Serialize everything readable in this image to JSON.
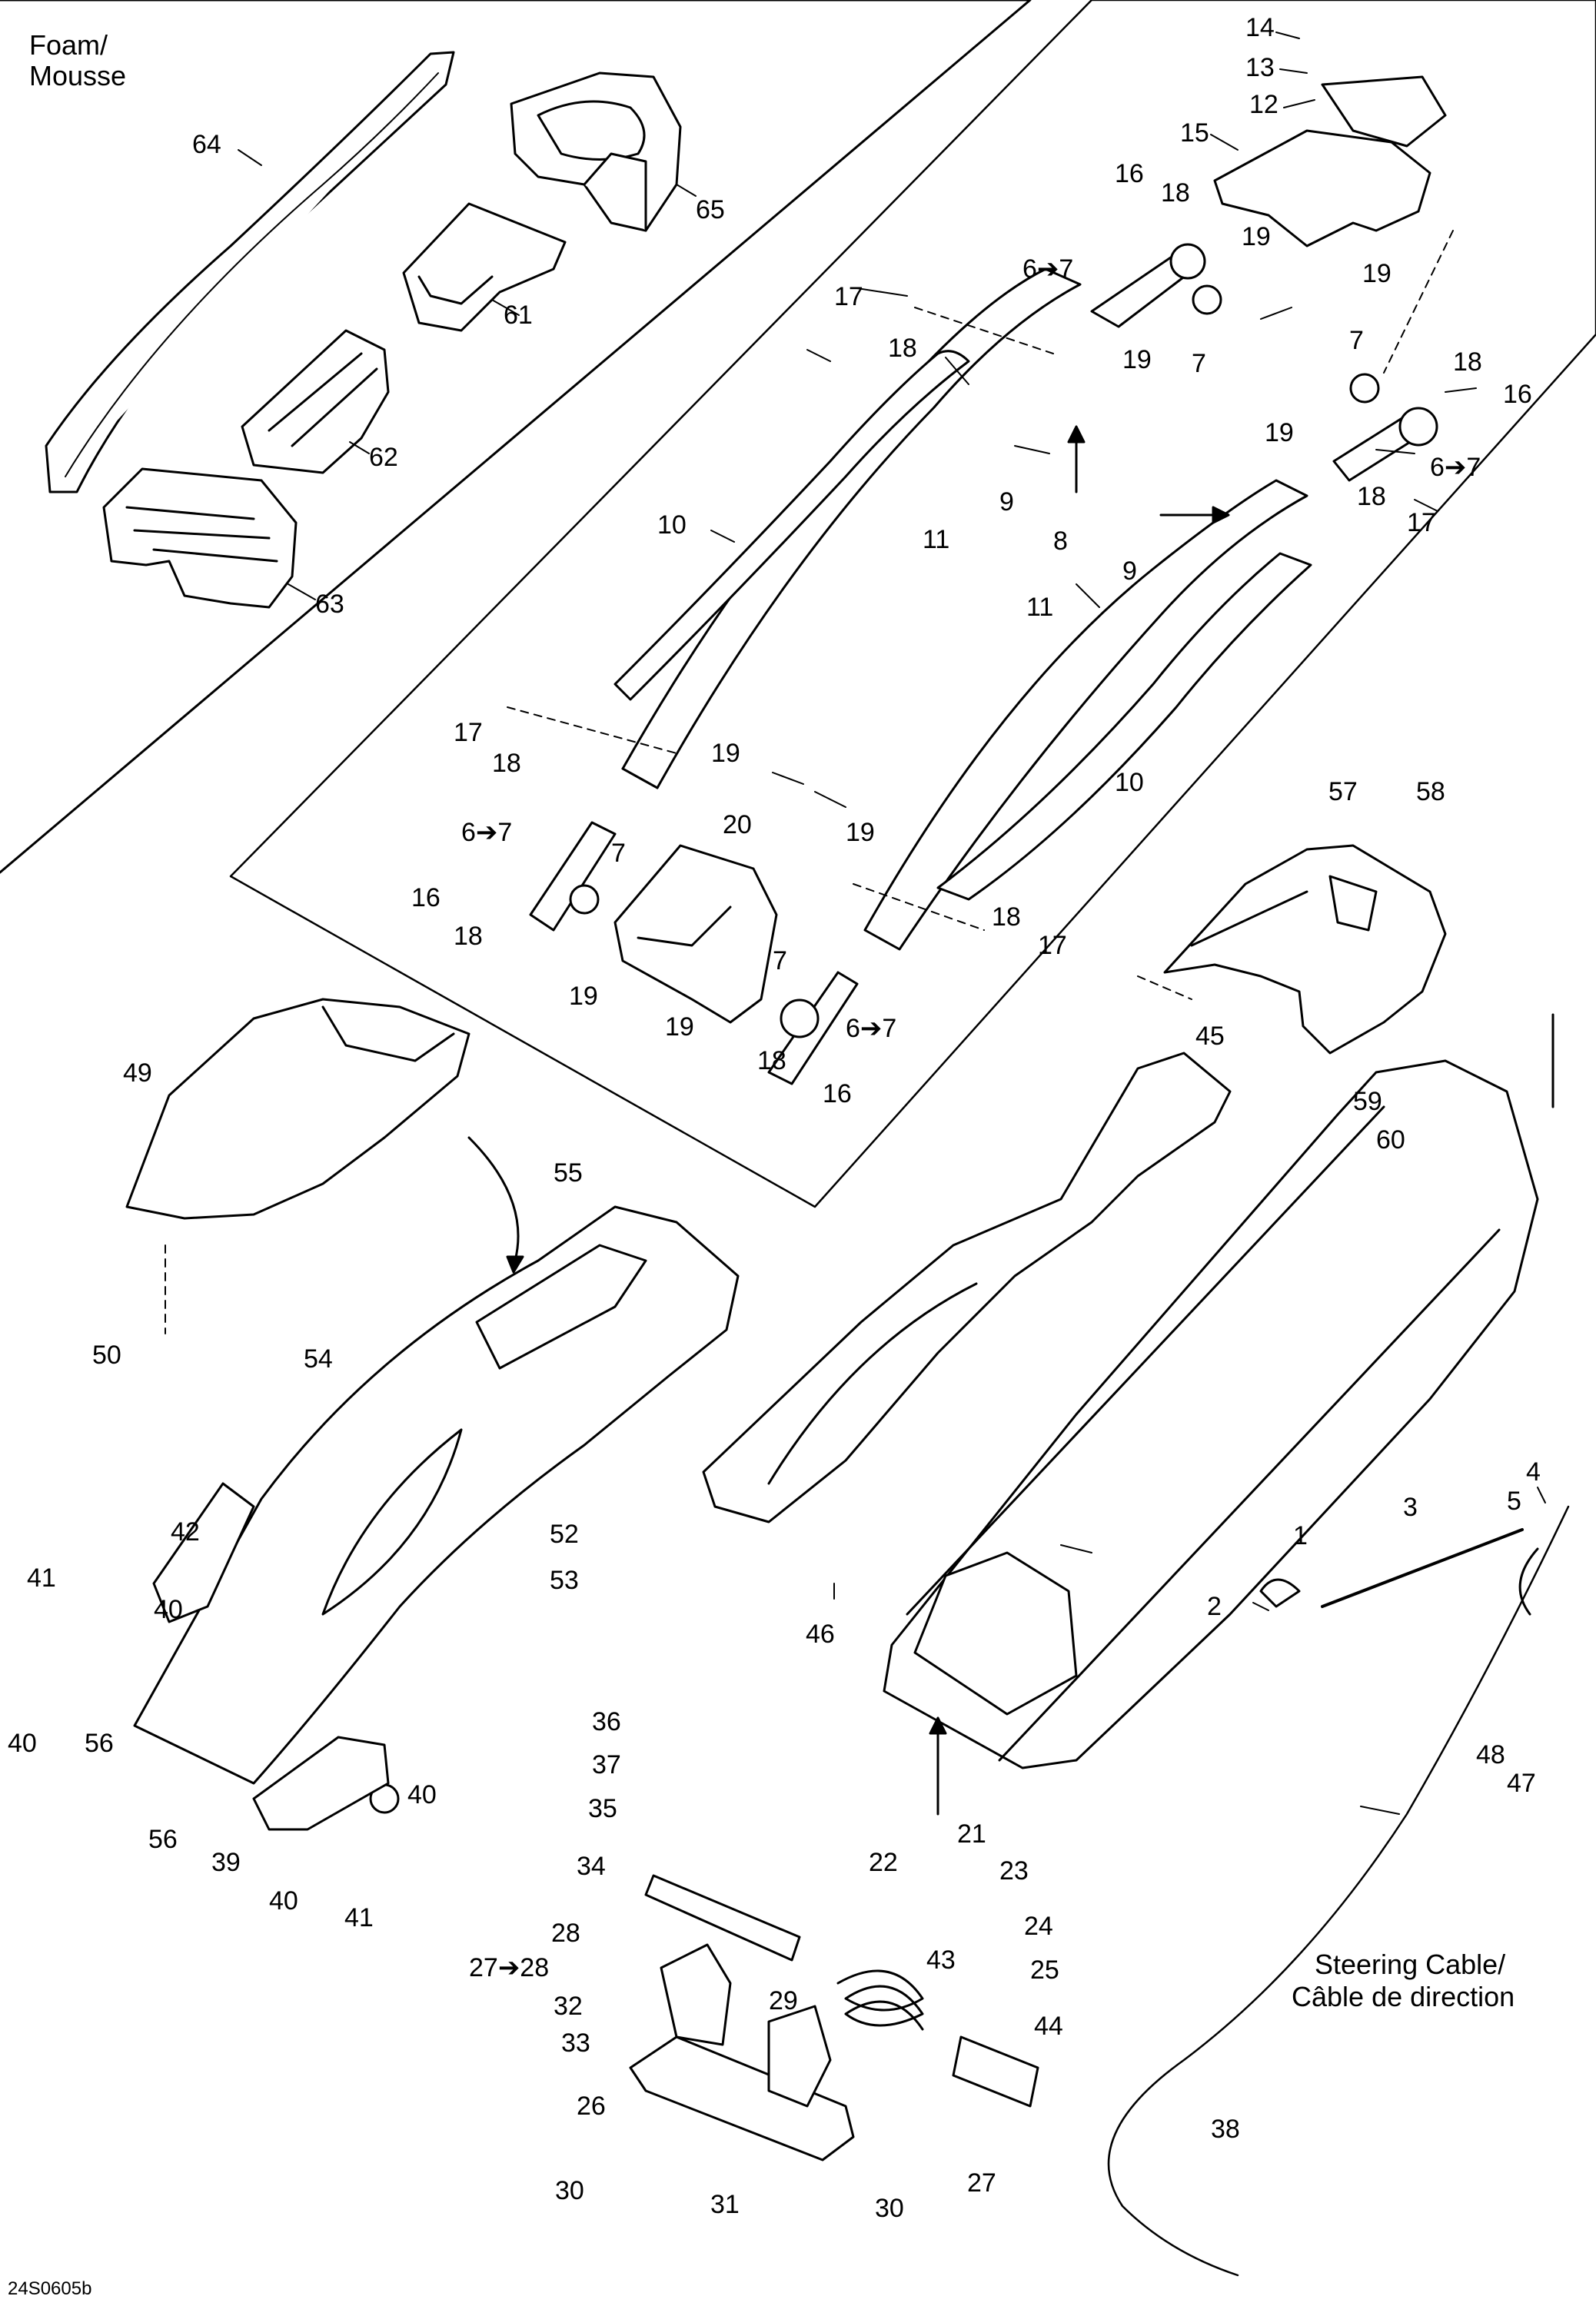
{
  "panel_title": [
    "Foam/",
    "Mousse"
  ],
  "cable_title": [
    "Steering Cable/",
    "Câble de direction"
  ],
  "drawing_code": "24S0605b",
  "labels": [
    {
      "id": "l64",
      "text": "64"
    },
    {
      "id": "l65",
      "text": "65"
    },
    {
      "id": "l61",
      "text": "61"
    },
    {
      "id": "l62",
      "text": "62"
    },
    {
      "id": "l63",
      "text": "63"
    },
    {
      "id": "l14",
      "text": "14"
    },
    {
      "id": "l13",
      "text": "13"
    },
    {
      "id": "l12",
      "text": "12"
    },
    {
      "id": "l15",
      "text": "15"
    },
    {
      "id": "l16a",
      "text": "16"
    },
    {
      "id": "l18a",
      "text": "18"
    },
    {
      "id": "l19a",
      "text": "19"
    },
    {
      "id": "l19b",
      "text": "19"
    },
    {
      "id": "l67a",
      "text": "6➔7"
    },
    {
      "id": "l7a",
      "text": "7"
    },
    {
      "id": "l17a",
      "text": "17"
    },
    {
      "id": "l18b",
      "text": "18"
    },
    {
      "id": "l19c",
      "text": "19"
    },
    {
      "id": "l7b",
      "text": "7"
    },
    {
      "id": "l18c",
      "text": "18"
    },
    {
      "id": "l16b",
      "text": "16"
    },
    {
      "id": "l67b",
      "text": "6➔7"
    },
    {
      "id": "l19d",
      "text": "19"
    },
    {
      "id": "l9a",
      "text": "9"
    },
    {
      "id": "l8",
      "text": "8"
    },
    {
      "id": "l9b",
      "text": "9"
    },
    {
      "id": "l18d",
      "text": "18"
    },
    {
      "id": "l17b",
      "text": "17"
    },
    {
      "id": "l10a",
      "text": "10"
    },
    {
      "id": "l11a",
      "text": "11"
    },
    {
      "id": "l11b",
      "text": "11"
    },
    {
      "id": "l10b",
      "text": "10"
    },
    {
      "id": "l17c",
      "text": "17"
    },
    {
      "id": "l18e",
      "text": "18"
    },
    {
      "id": "l19e",
      "text": "19"
    },
    {
      "id": "l67c",
      "text": "6➔7"
    },
    {
      "id": "l7c",
      "text": "7"
    },
    {
      "id": "l20",
      "text": "20"
    },
    {
      "id": "l16c",
      "text": "16"
    },
    {
      "id": "l18f",
      "text": "18"
    },
    {
      "id": "l19f",
      "text": "19"
    },
    {
      "id": "l19g",
      "text": "19"
    },
    {
      "id": "l7d",
      "text": "7"
    },
    {
      "id": "l67d",
      "text": "6➔7"
    },
    {
      "id": "l18g",
      "text": "18"
    },
    {
      "id": "l16d",
      "text": "16"
    },
    {
      "id": "l19h",
      "text": "19"
    },
    {
      "id": "l18h",
      "text": "18"
    },
    {
      "id": "l17d",
      "text": "17"
    },
    {
      "id": "l57",
      "text": "57"
    },
    {
      "id": "l58",
      "text": "58"
    },
    {
      "id": "l59",
      "text": "59"
    },
    {
      "id": "l60",
      "text": "60"
    },
    {
      "id": "l49",
      "text": "49"
    },
    {
      "id": "l55",
      "text": "55"
    },
    {
      "id": "l45",
      "text": "45"
    },
    {
      "id": "l50",
      "text": "50"
    },
    {
      "id": "l54",
      "text": "54"
    },
    {
      "id": "l4",
      "text": "4"
    },
    {
      "id": "l5",
      "text": "5"
    },
    {
      "id": "l3",
      "text": "3"
    },
    {
      "id": "l1",
      "text": "1"
    },
    {
      "id": "l2",
      "text": "2"
    },
    {
      "id": "l52",
      "text": "52"
    },
    {
      "id": "l53",
      "text": "53"
    },
    {
      "id": "l46",
      "text": "46"
    },
    {
      "id": "l42",
      "text": "42"
    },
    {
      "id": "l41a",
      "text": "41"
    },
    {
      "id": "l40a",
      "text": "40"
    },
    {
      "id": "l40b",
      "text": "40"
    },
    {
      "id": "l56a",
      "text": "56"
    },
    {
      "id": "l56b",
      "text": "56"
    },
    {
      "id": "l40c",
      "text": "40"
    },
    {
      "id": "l39",
      "text": "39"
    },
    {
      "id": "l40d",
      "text": "40"
    },
    {
      "id": "l41b",
      "text": "41"
    },
    {
      "id": "l48",
      "text": "48"
    },
    {
      "id": "l47",
      "text": "47"
    },
    {
      "id": "l36",
      "text": "36"
    },
    {
      "id": "l37",
      "text": "37"
    },
    {
      "id": "l35",
      "text": "35"
    },
    {
      "id": "l34",
      "text": "34"
    },
    {
      "id": "l22",
      "text": "22"
    },
    {
      "id": "l21",
      "text": "21"
    },
    {
      "id": "l23",
      "text": "23"
    },
    {
      "id": "l24",
      "text": "24"
    },
    {
      "id": "l25",
      "text": "25"
    },
    {
      "id": "l28",
      "text": "28"
    },
    {
      "id": "l2728a",
      "text": "27➔28"
    },
    {
      "id": "l29",
      "text": "29"
    },
    {
      "id": "l43",
      "text": "43"
    },
    {
      "id": "l32",
      "text": "32"
    },
    {
      "id": "l33",
      "text": "33"
    },
    {
      "id": "l44",
      "text": "44"
    },
    {
      "id": "l26",
      "text": "26"
    },
    {
      "id": "l38",
      "text": "38"
    },
    {
      "id": "l30a",
      "text": "30"
    },
    {
      "id": "l31",
      "text": "31"
    },
    {
      "id": "l30b",
      "text": "30"
    },
    {
      "id": "l27b",
      "text": "27"
    }
  ]
}
